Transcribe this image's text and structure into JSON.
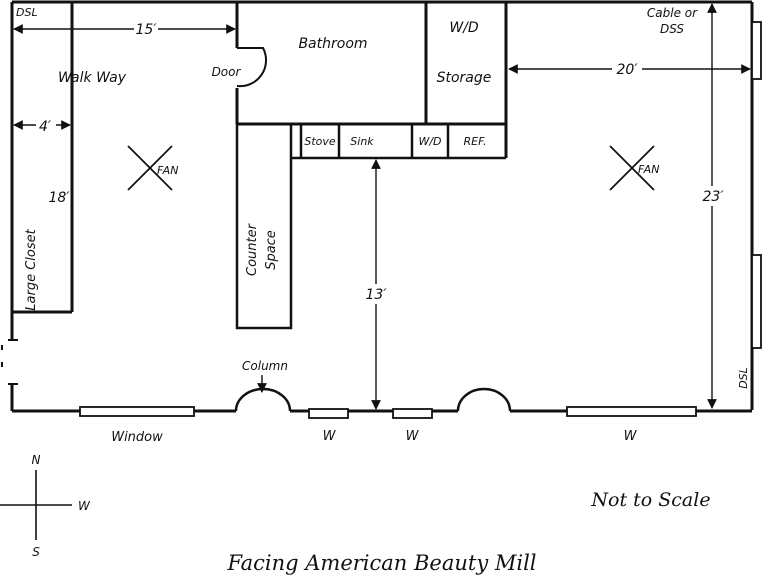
{
  "title": "Facing American Beauty Mill",
  "scale_note": "Not to Scale",
  "compass": {
    "n": "N",
    "s": "S",
    "w": "W"
  },
  "rooms": {
    "bathroom": "Bathroom",
    "wd": "W/D",
    "storage": "Storage",
    "walkway": "Walk Way",
    "large_closet": "Large Closet",
    "counter_line1": "Counter",
    "counter_line2": "Space",
    "stove": "Stove",
    "sink": "Sink",
    "wd_small": "W/D",
    "ref": "REF."
  },
  "labels": {
    "dsl_top": "DSL",
    "dsl_right": "DSL",
    "cable_line1": "Cable or",
    "cable_line2": "DSS",
    "door": "Door",
    "column": "Column",
    "fan_left": "FAN",
    "fan_right": "FAN",
    "window_left": "Window",
    "window_w1": "W",
    "window_w2": "W",
    "window_w3": "W"
  },
  "dimensions": {
    "d15": "15′",
    "d20": "20′",
    "d4": "4′",
    "d18": "18′",
    "d13": "13′",
    "d23": "23′"
  }
}
